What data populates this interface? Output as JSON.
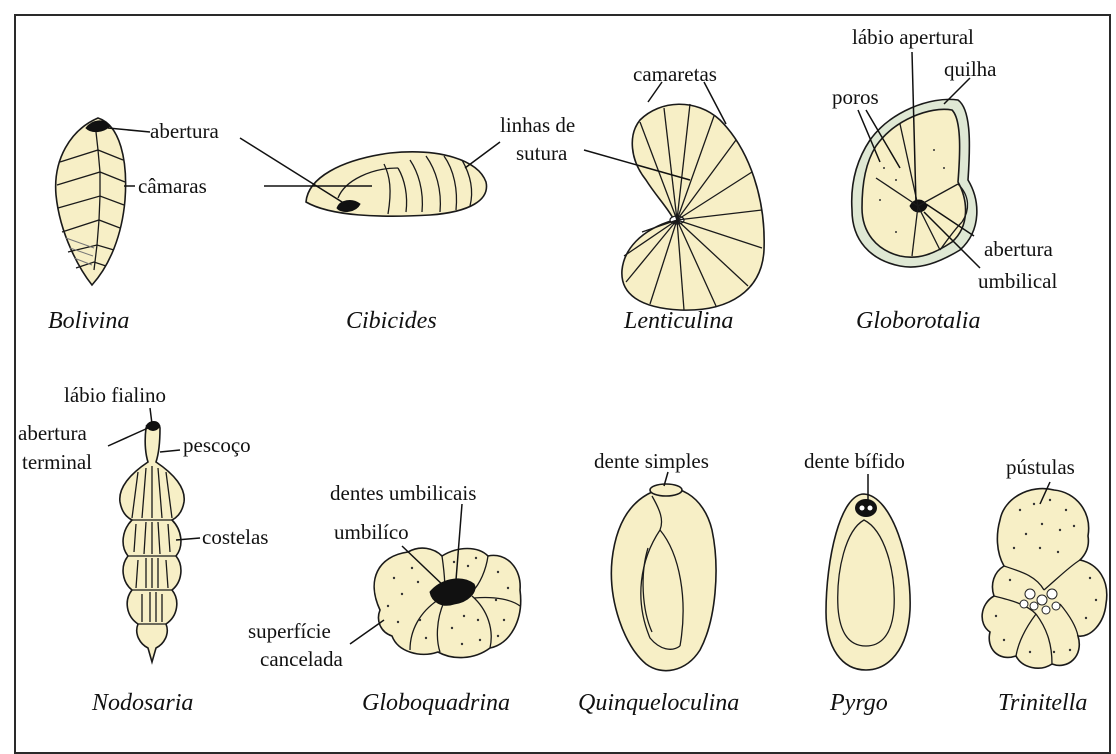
{
  "colors": {
    "shell": "#f7efc6",
    "ink": "#111111",
    "keel": "#dfe8d4",
    "frame": "#2a2a2a"
  },
  "species": {
    "bolivina": "Bolivina",
    "cibicides": "Cibicides",
    "lenticulina": "Lenticulina",
    "globorotalia": "Globorotalia",
    "nodosaria": "Nodosaria",
    "globoquadrina": "Globoquadrina",
    "quinqueloculina": "Quinqueloculina",
    "pyrgo": "Pyrgo",
    "trinitella": "Trinitella"
  },
  "labels": {
    "abertura": "abertura",
    "camaras": "câmaras",
    "linhas_de": "linhas de",
    "sutura": "sutura",
    "camaretas": "camaretas",
    "labio_apertural": "lábio apertural",
    "quilha": "quilha",
    "poros": "poros",
    "abertura2": "abertura",
    "umbilical": "umbilical",
    "labio_fialino": "lábio fialino",
    "abertura_terminal_1": "abertura",
    "abertura_terminal_2": "terminal",
    "pescoco": "pescoço",
    "costelas": "costelas",
    "dentes_umbilicais": "dentes umbilicais",
    "umbilico": "umbilíco",
    "superficie": "superfície",
    "cancelada": "cancelada",
    "dente_simples": "dente simples",
    "dente_bifido": "dente bífido",
    "pustulas": "pústulas"
  }
}
